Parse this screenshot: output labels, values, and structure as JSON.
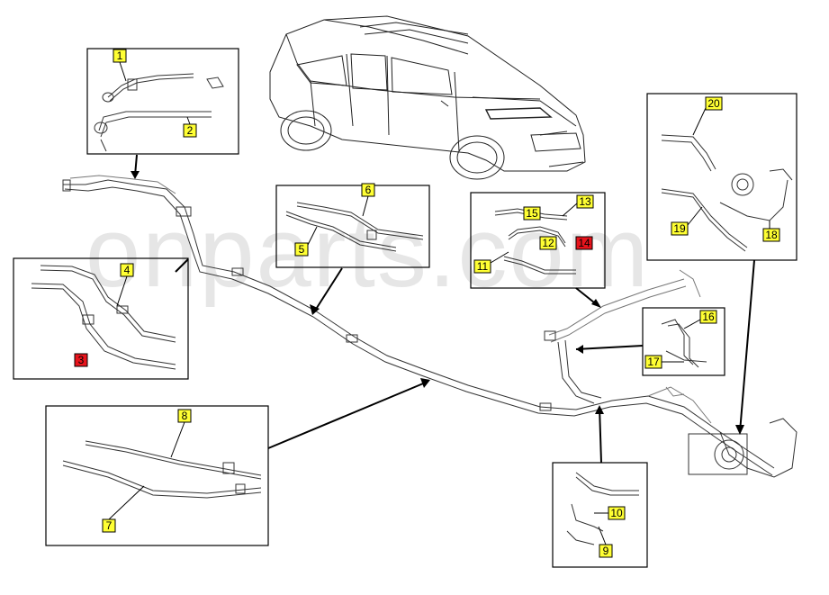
{
  "watermark": "onparts.com",
  "colors": {
    "callout_yellow": "#ffff33",
    "callout_red": "#e8141c"
  },
  "callouts": [
    {
      "label": "1",
      "color": "yellow"
    },
    {
      "label": "2",
      "color": "yellow"
    },
    {
      "label": "3",
      "color": "red"
    },
    {
      "label": "4",
      "color": "yellow"
    },
    {
      "label": "5",
      "color": "yellow"
    },
    {
      "label": "6",
      "color": "yellow"
    },
    {
      "label": "7",
      "color": "yellow"
    },
    {
      "label": "8",
      "color": "yellow"
    },
    {
      "label": "9",
      "color": "yellow"
    },
    {
      "label": "10",
      "color": "yellow"
    },
    {
      "label": "11",
      "color": "yellow"
    },
    {
      "label": "12",
      "color": "yellow"
    },
    {
      "label": "13",
      "color": "yellow"
    },
    {
      "label": "14",
      "color": "red"
    },
    {
      "label": "15",
      "color": "yellow"
    },
    {
      "label": "16",
      "color": "yellow"
    },
    {
      "label": "17",
      "color": "yellow"
    },
    {
      "label": "18",
      "color": "yellow"
    },
    {
      "label": "19",
      "color": "yellow"
    },
    {
      "label": "20",
      "color": "yellow"
    }
  ]
}
